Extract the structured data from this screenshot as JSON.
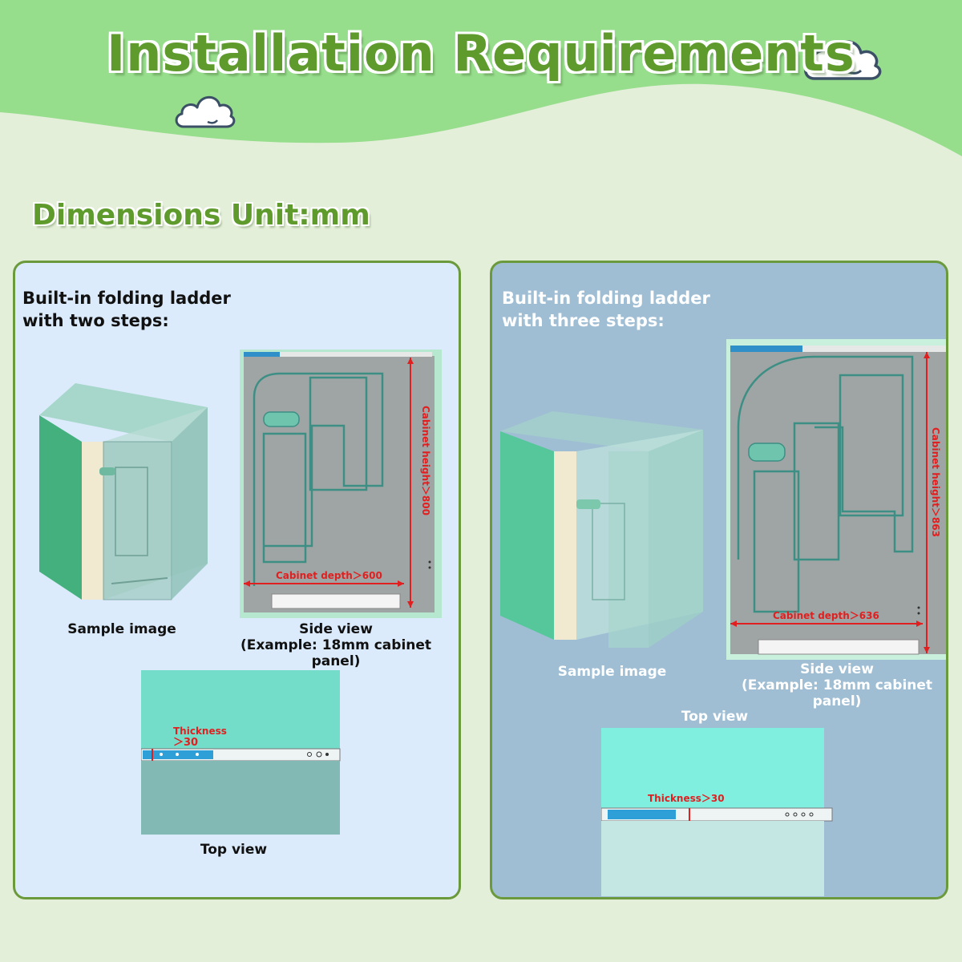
{
  "header": {
    "title": "Installation Requirements",
    "subtitle": "Dimensions Unit:mm"
  },
  "left_panel": {
    "title_line1": "Built-in folding ladder",
    "title_line2": "with two steps:",
    "sample_caption": "Sample image",
    "side_caption_line1": "Side view",
    "side_caption_line2": "(Example: 18mm cabinet panel)",
    "top_caption": "Top view",
    "cabinet_height_label": "Cabinet height＞800",
    "cabinet_depth_label": "Cabinet depth＞600",
    "thickness_label_line1": "Thickness",
    "thickness_label_line2": "＞30"
  },
  "right_panel": {
    "title_line1": "Built-in folding ladder",
    "title_line2": "with three steps:",
    "sample_caption": "Sample image",
    "side_caption_line1": "Side view",
    "side_caption_line2": "(Example: 18mm cabinet panel)",
    "top_caption": "Top view",
    "cabinet_height_label": "Cabinet height＞863",
    "cabinet_depth_label": "Cabinet depth＞636",
    "thickness_label": "Thickness＞30"
  },
  "colors": {
    "header_green": "#96dd8c",
    "title_green": "#5e9a2c",
    "left_panel_bg": "#dcebfb",
    "right_panel_bg": "#9fbed4",
    "panel_border": "#6b9a3c",
    "dimension_red": "#e02020"
  },
  "icons": [
    "cloud-icon",
    "cloud-icon"
  ]
}
